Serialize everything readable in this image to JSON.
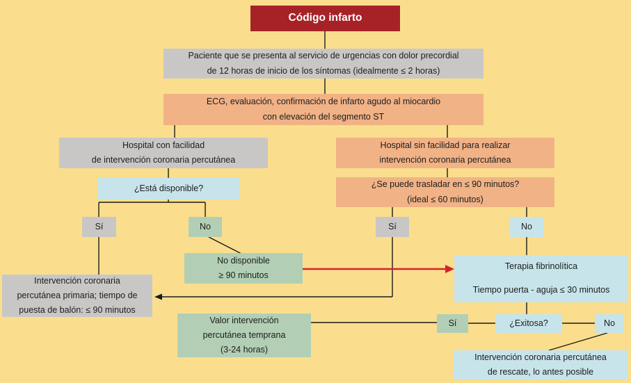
{
  "title": {
    "label": "Código infarto"
  },
  "nodes": {
    "patient": {
      "line1": "Paciente que se presenta al servicio de urgencias con dolor precordial",
      "line2": "de 12 horas de inicio de los síntomas (idealmente ≤ 2 horas)"
    },
    "ecg": {
      "line1": "ECG, evaluación, confirmación de infarto agudo al miocardio",
      "line2": "con elevación del segmento ST"
    },
    "hospital_with_pci": {
      "line1": "Hospital con facilidad",
      "line2": "de intervención coronaria percutánea"
    },
    "hospital_without_pci": {
      "line1": "Hospital sin facilidad para realizar",
      "line2": "intervención coronaria percutánea"
    },
    "q_available": {
      "line1": "¿Está disponible?"
    },
    "q_transfer": {
      "line1": "¿Se puede trasladar en ≤ 90 minutos?",
      "line2": "(ideal ≤ 60 minutos)"
    },
    "yes_left": {
      "label": "Sí"
    },
    "no_left": {
      "label": "No"
    },
    "yes_right": {
      "label": "Sí"
    },
    "no_right": {
      "label": "No"
    },
    "not_available": {
      "line1": "No disponible",
      "line2": "≥ 90 minutos"
    },
    "fibrinolysis": {
      "line1": "Terapia fibrinolítica",
      "line2": "Tiempo puerta - aguja ≤ 30 minutos"
    },
    "primary_pci": {
      "line1": "Intervención coronaria",
      "line2": "percutánea primaria; tiempo de",
      "line3": "puesta de balón: ≤ 90 minutos"
    },
    "early_pci": {
      "line1": "Valor intervención",
      "line2": "percutánea temprana",
      "line3": "(3-24 horas)"
    },
    "yes_bottom": {
      "label": "Sí"
    },
    "q_successful": {
      "label": "¿Exitosa?"
    },
    "no_bottom": {
      "label": "No"
    },
    "rescue_pci": {
      "line1": "Intervención coronaria percutánea",
      "line2": "de rescate, lo antes posible"
    }
  },
  "colors": {
    "background": "#FADE8D",
    "title_red": "#A62226",
    "box_gray": "#C9C7C6",
    "box_orange": "#F1B286",
    "box_blue": "#C7E4EA",
    "box_green": "#B2CFB5",
    "line_black": "#1b1b1b",
    "arrow_red": "#D2232A",
    "text": "#1c1c1c"
  }
}
